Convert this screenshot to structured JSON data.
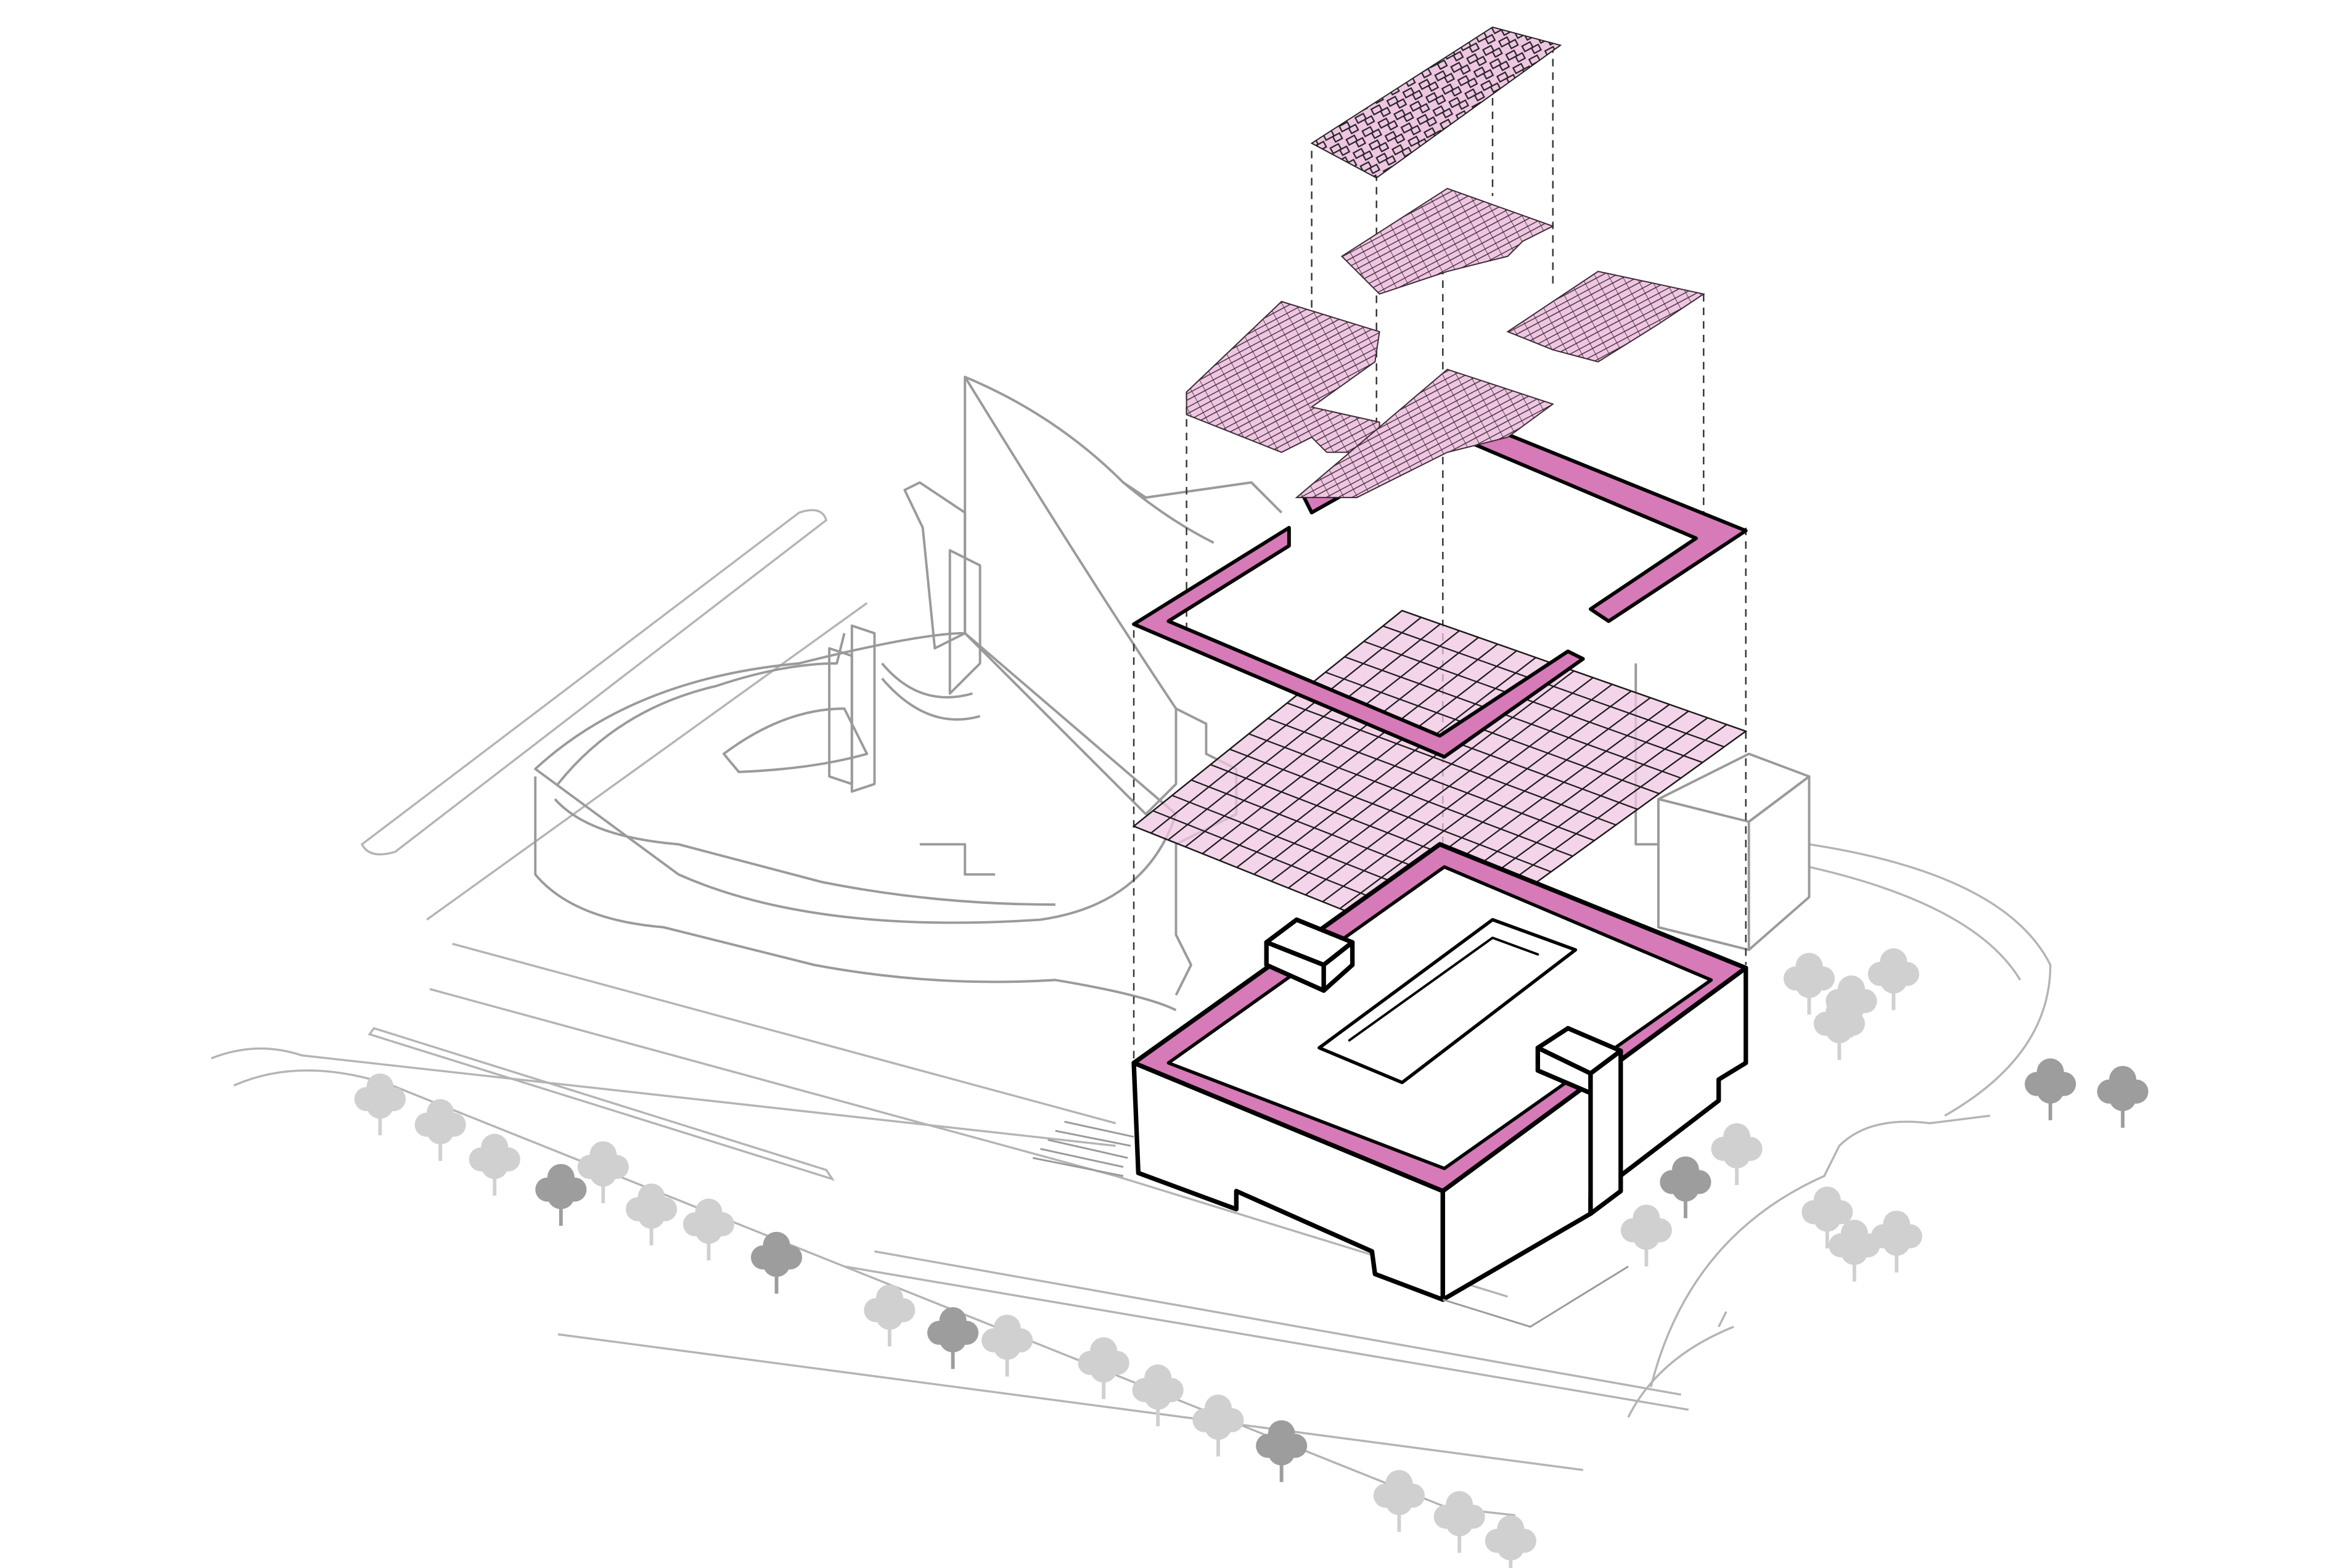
{
  "diagram": {
    "type": "exploded-axonometric",
    "text_labels": [],
    "colors": {
      "background": "#ffffff",
      "context_line": "#9a9a9a",
      "road_line": "#b4b4b4",
      "building_outline": "#000000",
      "highlight_fill": "#d67ab8",
      "highlight_fill_light": "#efc6e2",
      "grid_line": "#1a1a1a",
      "tree_dark": "#9d9d9d",
      "tree_light": "#d0d0d0"
    },
    "layers": [
      {
        "key": "solar-array-upper",
        "color": "#efc6e2"
      },
      {
        "key": "solar-array-lower",
        "color": "#efc6e2"
      },
      {
        "key": "roof-perimeter-band",
        "color": "#d67ab8"
      },
      {
        "key": "grid-plane",
        "color": "#efc6e2"
      },
      {
        "key": "building-block",
        "color": "#d67ab8"
      }
    ],
    "context": [
      {
        "key": "existing-curved-building"
      },
      {
        "key": "existing-adjacent-block"
      },
      {
        "key": "site-roads"
      },
      {
        "key": "trees"
      }
    ]
  }
}
